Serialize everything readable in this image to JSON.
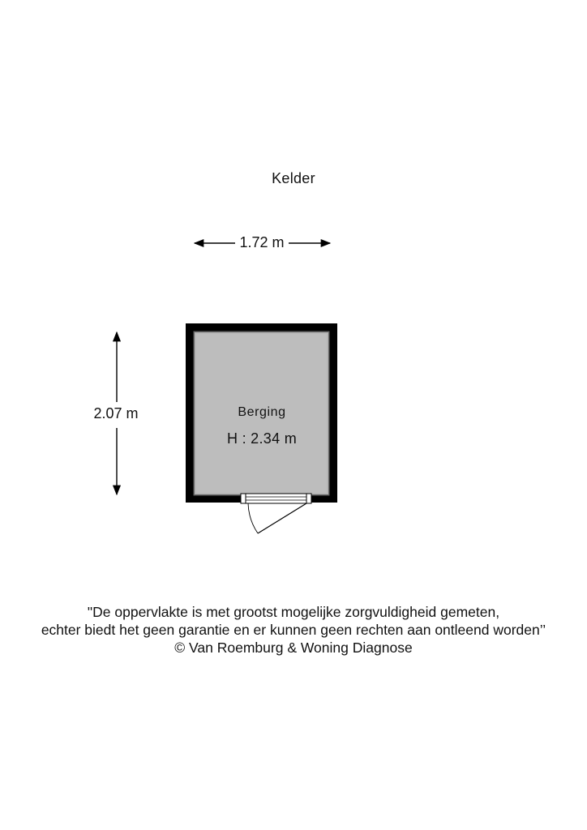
{
  "floor": {
    "title": "Kelder"
  },
  "dimensions": {
    "width_label": "1.72 m",
    "height_label": "2.07 m"
  },
  "room": {
    "name": "Berging",
    "ceiling_height": "H : 2.34 m"
  },
  "disclaimer": {
    "line1": "\"De oppervlakte is met grootst mogelijke zorgvuldigheid gemeten,",
    "line2": "echter biedt het geen garantie en er kunnen geen rechten aan ontleend worden’’",
    "copyright": "© Van Roemburg & Woning Diagnose"
  },
  "colors": {
    "wall": "#000000",
    "floor_fill": "#bdbdbd",
    "background": "#ffffff"
  }
}
